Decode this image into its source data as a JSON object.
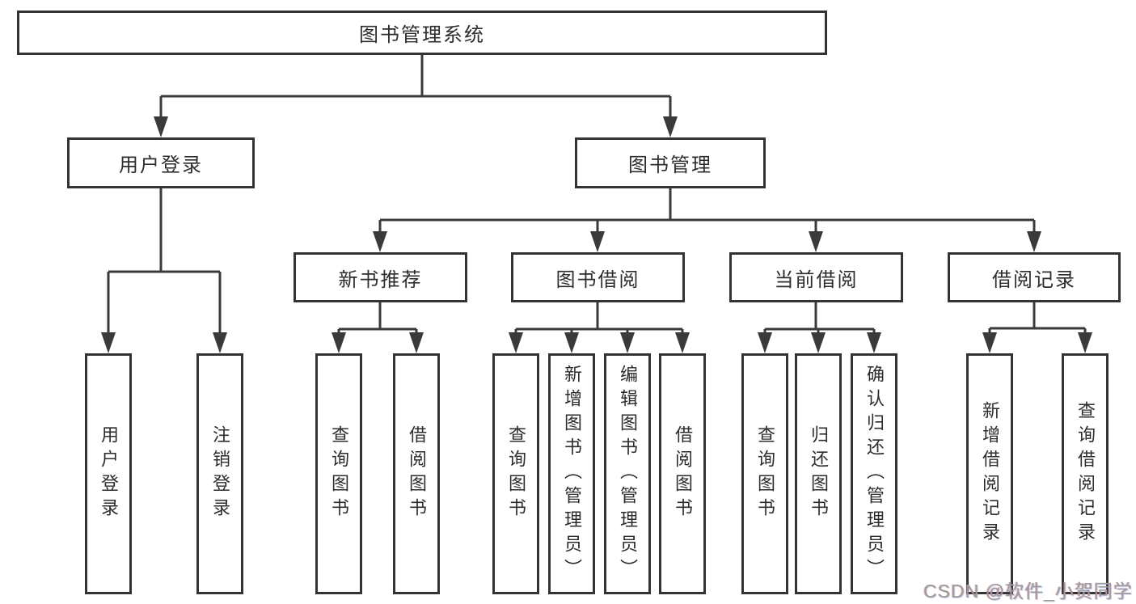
{
  "tree": {
    "root": {
      "label": "图书管理系统"
    },
    "branches": [
      {
        "label": "用户登录",
        "children": [
          {
            "label": "用户登录"
          },
          {
            "label": "注销登录"
          }
        ]
      },
      {
        "label": "图书管理",
        "sections": [
          {
            "label": "新书推荐",
            "children": [
              {
                "label": "查询图书"
              },
              {
                "label": "借阅图书"
              }
            ]
          },
          {
            "label": "图书借阅",
            "children": [
              {
                "label": "查询图书"
              },
              {
                "label": "新增图书（管理员）"
              },
              {
                "label": "编辑图书（管理员）"
              },
              {
                "label": "借阅图书"
              }
            ]
          },
          {
            "label": "当前借阅",
            "children": [
              {
                "label": "查询图书"
              },
              {
                "label": "归还图书"
              },
              {
                "label": "确认归还（管理员）"
              }
            ]
          },
          {
            "label": "借阅记录",
            "children": [
              {
                "label": "新增借阅记录"
              },
              {
                "label": "查询借阅记录"
              }
            ]
          }
        ]
      }
    ]
  },
  "watermark": {
    "text": "CSDN @软件_小贺同学"
  },
  "colors": {
    "line": "#3a3a3a",
    "box_border": "#333333",
    "text": "#2d2d2d",
    "watermark": "#9c9c9c",
    "background": "#ffffff"
  }
}
